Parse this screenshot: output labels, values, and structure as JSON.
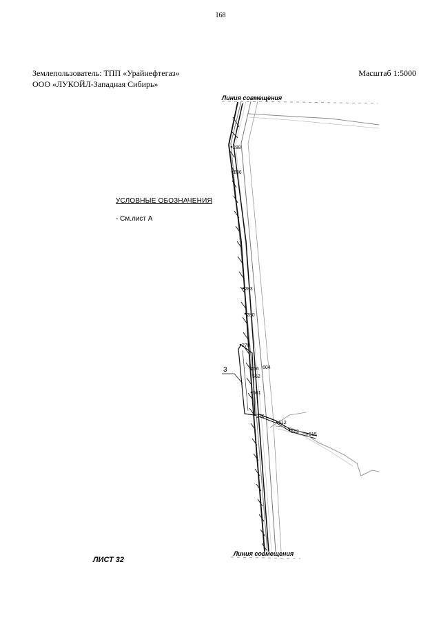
{
  "header": {
    "page_number": "168",
    "land_user": "Землепользователь: ТПП «Урайнефтегаз»",
    "organization": "ООО «ЛУКОЙЛ-Западная Сибирь»",
    "scale": "Масштаб 1:5000"
  },
  "legend": {
    "title": "УСЛОВНЫЕ ОБОЗНАЧЕНИЯ",
    "item": "- См.лист А"
  },
  "map": {
    "match_line_top": "Линия совмещения",
    "match_line_bottom": "Линия совмещения",
    "callout": "3",
    "points": {
      "p288": "288",
      "p286": "286",
      "p283": "283",
      "p280": "280",
      "p278": "278",
      "p556": "556",
      "p604": "604",
      "p562": "562",
      "p561": "561",
      "p276": "276",
      "p612": "612",
      "p613": "613",
      "p615": "615"
    }
  },
  "footer": {
    "sheet": "ЛИСТ 32"
  }
}
